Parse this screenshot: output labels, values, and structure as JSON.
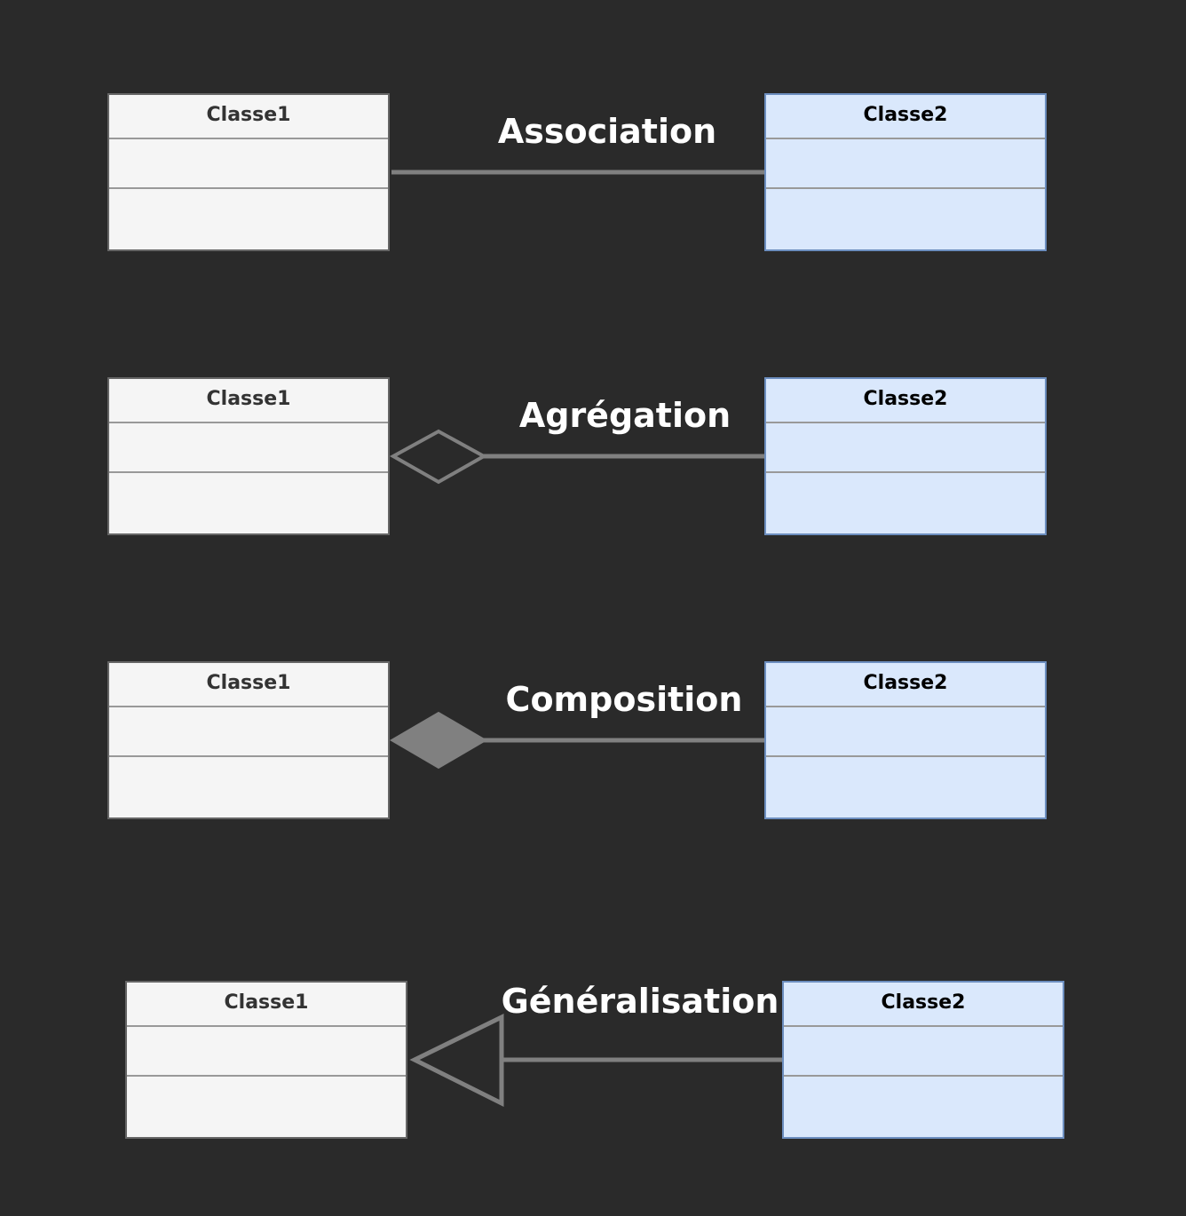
{
  "background_color": "#2a2a2a",
  "colors": {
    "class1_fill": "#f5f5f5",
    "class1_stroke": "#666666",
    "class2_fill": "#dae8fc",
    "class2_stroke": "#6c8ebf",
    "edge": "#808080",
    "label": "#ffffff"
  },
  "rows": [
    {
      "relation": "Association",
      "left_class": "Classe1",
      "right_class": "Classe2"
    },
    {
      "relation": "Agrégation",
      "left_class": "Classe1",
      "right_class": "Classe2"
    },
    {
      "relation": "Composition",
      "left_class": "Classe1",
      "right_class": "Classe2"
    },
    {
      "relation": "Généralisation",
      "left_class": "Classe1",
      "right_class": "Classe2"
    }
  ]
}
